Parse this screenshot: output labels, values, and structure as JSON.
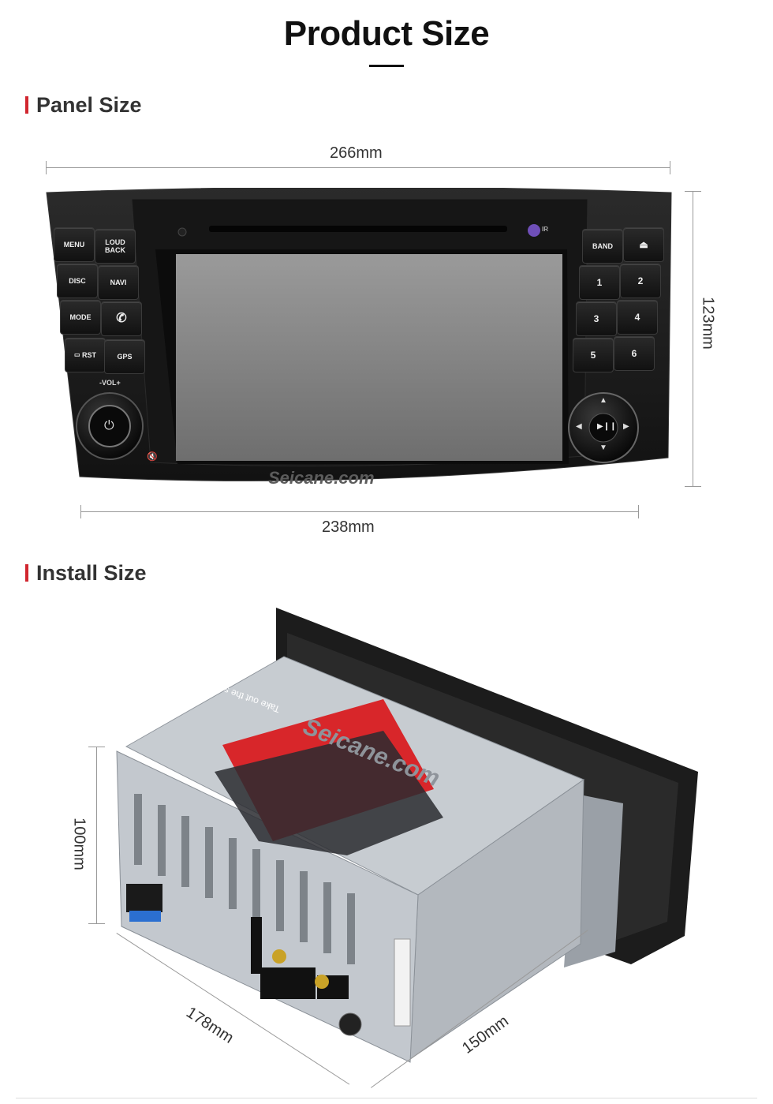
{
  "page": {
    "title": "Product Size"
  },
  "panel_section": {
    "heading": "Panel Size",
    "width_top": "266mm",
    "width_bottom": "238mm",
    "height": "123mm"
  },
  "install_section": {
    "heading": "Install Size",
    "height": "100mm",
    "width": "178mm",
    "depth": "150mm"
  },
  "radio": {
    "left_buttons": [
      "MENU",
      "LOUD BACK",
      "DISC",
      "NAVI",
      "MODE",
      "",
      "RST",
      "GPS"
    ],
    "vol_label": "-VOL+",
    "right_buttons": [
      "BAND",
      "",
      "1",
      "2",
      "3",
      "4",
      "5",
      "6"
    ],
    "ir_label": "IR",
    "watermark": "Seicane.com"
  },
  "unit": {
    "watermark": "Seicane.com",
    "sticker_text": "Take out the screw before installing"
  },
  "colors": {
    "accent": "#d1262f",
    "panel": "#1a1a1a",
    "screen": "#8c8c8c",
    "chassis": "#c9cdd2"
  }
}
